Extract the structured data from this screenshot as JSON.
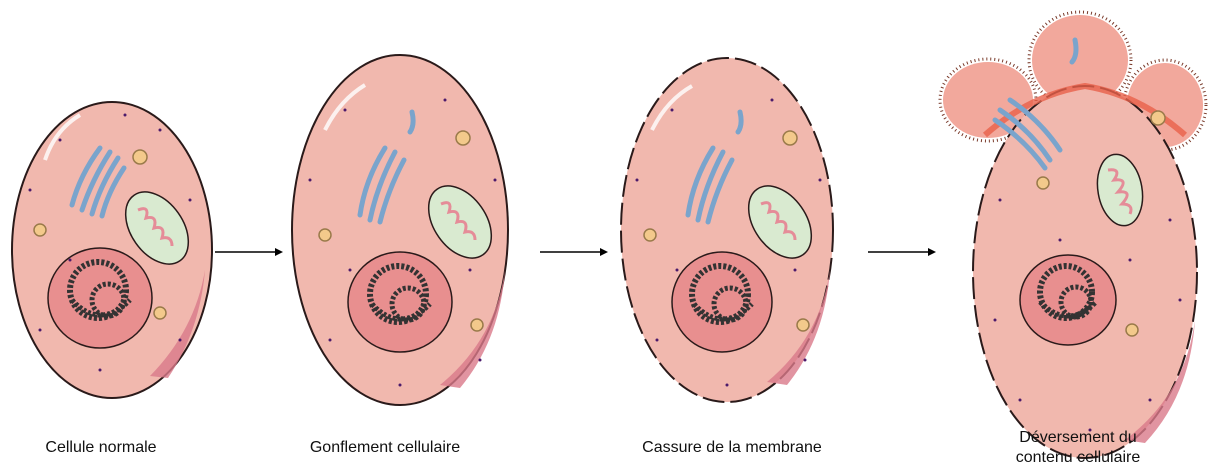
{
  "stages": [
    {
      "caption_line1": "Cellule normale",
      "caption_line2": ""
    },
    {
      "caption_line1": "Gonflement cellulaire",
      "caption_line2": ""
    },
    {
      "caption_line1": "Cassure de la membrane",
      "caption_line2": ""
    },
    {
      "caption_line1": "Déversement du",
      "caption_line2": "contenu cellulaire"
    }
  ],
  "colors": {
    "cytoplasm": "#f1b8ae",
    "cell_outline": "#2a1a1a",
    "membrane_highlight": "#d9798a",
    "golgi": "#8fb8de",
    "mitochondria_fill": "#d9ead0",
    "mitochondria_cristae": "#e58c98",
    "nucleus": "#e88f8f",
    "chromatin": "#333333",
    "vesicle": "#f3c98b",
    "granules": "#4b1a6b",
    "debris": "#e8604a",
    "arrow": "#000000"
  }
}
